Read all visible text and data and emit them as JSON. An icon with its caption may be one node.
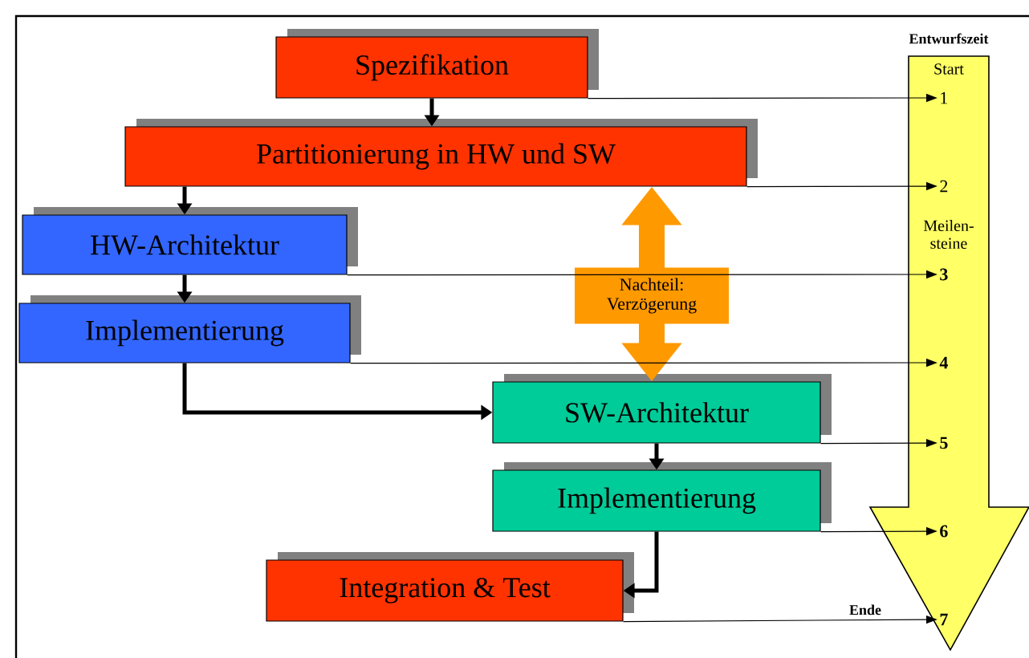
{
  "diagram": {
    "nodes": [
      {
        "text": [
          "Spezifikation"
        ]
      },
      {
        "text": [
          "Partitionierung in  HW und  SW"
        ]
      },
      {
        "text": [
          "HW-Architektur"
        ]
      },
      {
        "text": [
          "Implementierung"
        ]
      },
      {
        "text": [
          "SW-Architektur"
        ]
      },
      {
        "text": [
          "Implementierung"
        ]
      },
      {
        "text": [
          "Integration & Test"
        ]
      },
      {
        "text": [
          "1"
        ]
      },
      {
        "text": [
          "2"
        ]
      },
      {
        "text": [
          "3"
        ]
      },
      {
        "text": [
          "4"
        ]
      },
      {
        "text": [
          "5"
        ]
      },
      {
        "text": [
          "6"
        ]
      },
      {
        "text": [
          "7"
        ]
      }
    ],
    "edges": [
      {
        "from": 0,
        "to": 1,
        "arrow": "to",
        "style": "thick"
      },
      {
        "from": 1,
        "to": 2,
        "arrow": "to",
        "style": "thick"
      },
      {
        "from": 2,
        "to": 3,
        "arrow": "to",
        "style": "thick"
      },
      {
        "from": 3,
        "to": 4,
        "arrow": "to",
        "style": "thick"
      },
      {
        "from": 4,
        "to": 5,
        "arrow": "to",
        "style": "thick"
      },
      {
        "from": 5,
        "to": 6,
        "arrow": "to",
        "style": "thick"
      },
      {
        "from": 1,
        "to": 4,
        "arrow": "both",
        "style": "thick",
        "color": "#ff9900",
        "label": "Nachteil: Verzögerung"
      },
      {
        "from": 0,
        "to": 7,
        "arrow": "to"
      },
      {
        "from": 1,
        "to": 8,
        "arrow": "to"
      },
      {
        "from": 2,
        "to": 9,
        "arrow": "to"
      },
      {
        "from": 3,
        "to": 10,
        "arrow": "to"
      },
      {
        "from": 4,
        "to": 11,
        "arrow": "to"
      },
      {
        "from": 5,
        "to": 12,
        "arrow": "to"
      },
      {
        "from": 6,
        "to": 13,
        "arrow": "to",
        "label": "Ende"
      },
      {
        "from": 7,
        "to": 13,
        "arrow": "to",
        "style": "thick",
        "color": "#ffff66"
      }
    ],
    "labels": [
      "Entwurfszeit",
      "Start",
      "Meilen-steine"
    ]
  }
}
